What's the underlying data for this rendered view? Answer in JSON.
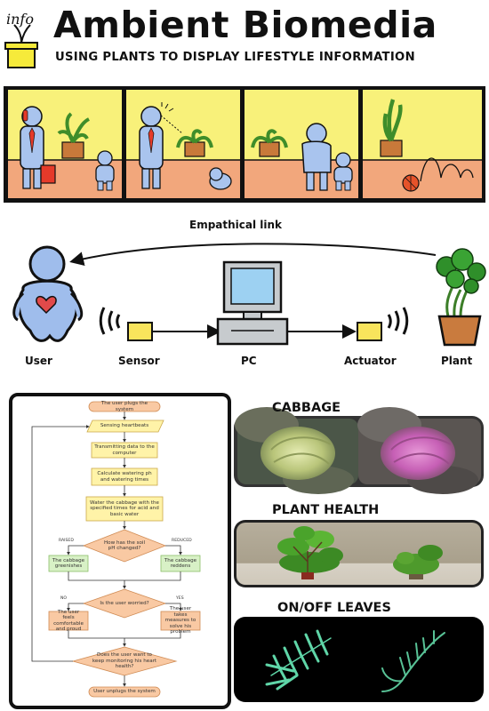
{
  "header": {
    "logo_text": "info",
    "title": "Ambient Biomedia",
    "subtitle": "USING PLANTS TO DISPLAY LIFESTYLE INFORMATION"
  },
  "diagram": {
    "link_label": "Empathical link",
    "labels": {
      "user": "User",
      "sensor": "Sensor",
      "pc": "PC",
      "actuator": "Actuator",
      "plant": "Plant"
    }
  },
  "flowchart": {
    "start": "The user plugs the system",
    "sensing": "Sensing heartbeats",
    "transmit": "Transmitting data to the computer",
    "calculate": "Calculate watering ph and watering times",
    "water": "Water the cabbage with the specified times for acid and basic water",
    "decision1": "How has the soil pH changed?",
    "branch1_left": "RAISED",
    "branch1_right": "REDUCED",
    "greenish": "The cabbage greenishes",
    "reddens": "The cabbage reddens",
    "decision2": "Is the user worried?",
    "branch2_left": "NO",
    "branch2_right": "YES",
    "comfortable": "The user feels comfortable and proud",
    "measures": "The user takes measures to solve his problem",
    "decision3": "Does the user want to keep monitoring his heart health?",
    "end": "User unplugs the system"
  },
  "photos": {
    "cabbage_title": "CABBAGE",
    "health_title": "PLANT HEALTH",
    "leaves_title": "ON/OFF LEAVES"
  }
}
